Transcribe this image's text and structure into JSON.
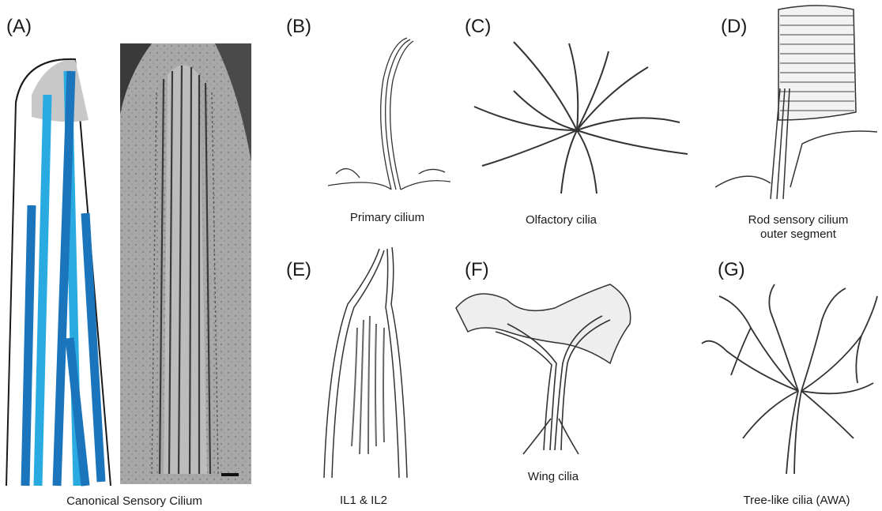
{
  "panels": [
    {
      "id": "A",
      "letter": "(A)",
      "caption": "Canonical Sensory Cilium"
    },
    {
      "id": "B",
      "letter": "(B)",
      "caption": "Primary cilium"
    },
    {
      "id": "C",
      "letter": "(C)",
      "caption": "Olfactory cilia"
    },
    {
      "id": "D",
      "letter": "(D)",
      "caption_line1": "Rod sensory cilium",
      "caption_line2": "outer segment"
    },
    {
      "id": "E",
      "letter": "(E)",
      "caption": "IL1 & IL2"
    },
    {
      "id": "F",
      "letter": "(F)",
      "caption": "Wing cilia"
    },
    {
      "id": "G",
      "letter": "(G)",
      "caption": "Tree-like cilia (AWA)"
    }
  ],
  "colors": {
    "microtubule_light": "#29abe2",
    "microtubule_dark": "#1b75bc",
    "tip_gray": "#c8c8c8",
    "em_background": "#a8a8a8",
    "sketch_line": "#333333"
  }
}
